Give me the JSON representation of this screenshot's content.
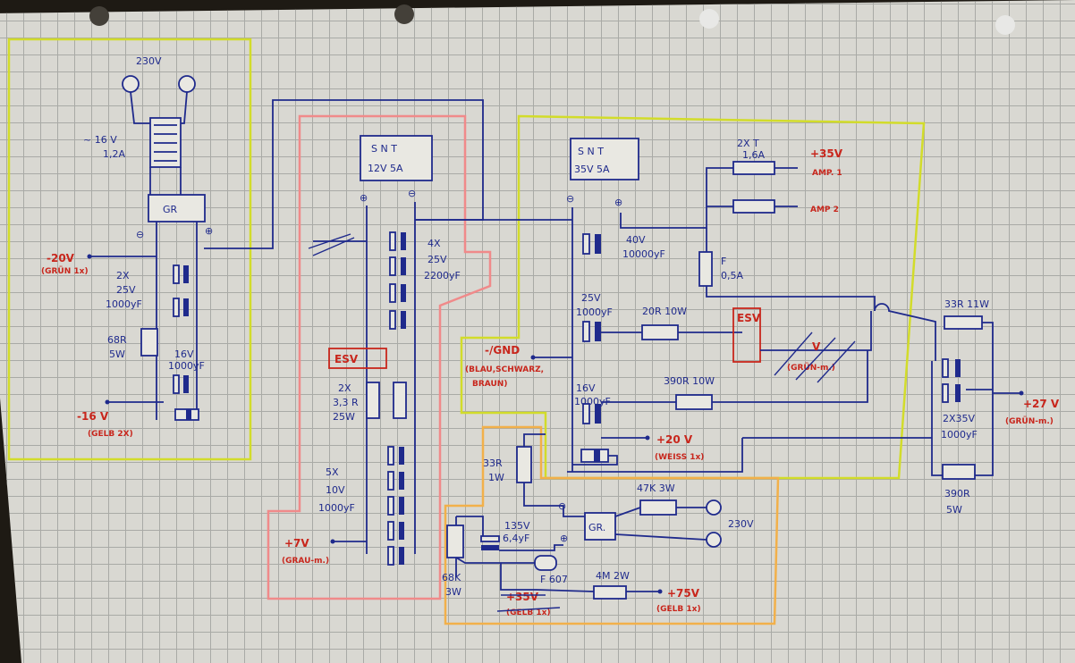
{
  "left_section": {
    "mains_label": "230V",
    "transformer_label_1": "~ 16 V",
    "transformer_label_2": "1,2A",
    "rectifier_label": "GR",
    "minus_sign": "⊖",
    "plus_sign": "⊕",
    "cap_label_1": "2X",
    "cap_label_2": "25V",
    "cap_label_3": "1000yF",
    "res_label_1": "68R",
    "res_label_2": "5W",
    "cap2_label_1": "16V",
    "cap2_label_2": "1000yF",
    "out_neg20_voltage": "-20V",
    "out_neg20_color": "(GRÜN 1x)",
    "out_neg16_voltage": "-16 V",
    "out_neg16_color": "(GELB 2X)"
  },
  "smps_12v": {
    "box_line_1": "S  N  T",
    "box_line_2": "12V  5A",
    "plus_sign": "⊕",
    "minus_sign": "⊖",
    "cap_label_1": "4X",
    "cap_label_2": "25V",
    "cap_label_3": "2200yF",
    "esv_label": "ESV",
    "res_label_1": "2X",
    "res_label_2": "3,3 R",
    "res_label_3": "25W",
    "cap2_label_1": "5X",
    "cap2_label_2": "10V",
    "cap2_label_3": "1000yF",
    "out_voltage": "+7V",
    "out_color": "(GRAU-m.)"
  },
  "smps_35v": {
    "box_line_1": "S  N  T",
    "box_line_2": "35V  5A",
    "minus_sign": "⊖",
    "plus_sign": "⊕",
    "cap_label_1": "40V",
    "cap_label_2": "10000yF",
    "fuse_dual_1": "2X T",
    "fuse_dual_2": "1,6A",
    "amp1_voltage": "+35V",
    "amp1_label": "AMP. 1",
    "amp2_label": "AMP 2",
    "fuse_label_1": "F",
    "fuse_label_2": "0,5A",
    "cap2_label_1": "25V",
    "cap2_label_2": "1000yF",
    "res20_label": "20R 10W",
    "esv_label": "ESV",
    "gnd_label": "-/GND",
    "gnd_color_1": "(BLAU,SCHWARZ,",
    "gnd_color_2": "BRAUN)",
    "crossed_label": "V",
    "crossed_color": "(GRÜN-m.)",
    "cap3_label_1": "16V",
    "cap3_label_2": "1000yF",
    "res390_label": "390R 10W",
    "out20_voltage": "+20 V",
    "out20_color": "(WEISS 1x)"
  },
  "right_section": {
    "res33_label": "33R 11W",
    "cap_label_1": "2X35V",
    "cap_label_2": "1000yF",
    "res390_label_1": "390R",
    "res390_label_2": "5W",
    "out_voltage": "+27 V",
    "out_color": "(GRÜN-m.)"
  },
  "bottom_section": {
    "res33_label_1": "33R",
    "res33_label_2": "1W",
    "minus_sign": "⊖",
    "plus_sign": "⊕",
    "cap_label_1": "135V",
    "cap_label_2": "6,4yF",
    "rect_label": "GR.",
    "res47k_label": "47K 3W",
    "mains_label": "230V",
    "res68k_label_1": "68K",
    "res68k_label_2": "3W",
    "fuse_label": "F 607",
    "res4m_label": "4M 2W",
    "struck_voltage": "+35V",
    "struck_color": "(GELB 1x)",
    "out_voltage": "+75V",
    "out_color": "(GELB 1x)"
  },
  "colors": {
    "ink_blue": "#1f2a8c",
    "ink_red": "#c8261c",
    "frame_yellow": "#d2dc2a",
    "frame_pink": "#f08a8a",
    "frame_orange": "#f2b04a",
    "paper": "#d9d8d2"
  }
}
